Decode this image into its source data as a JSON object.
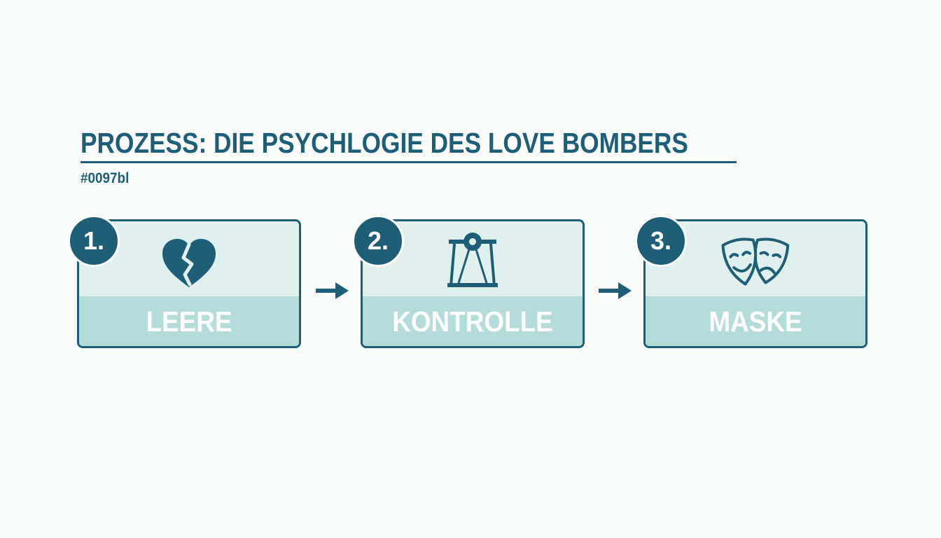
{
  "title": "PROZESS: DIE PSYCHLOGIE DES LOVE BOMBERS",
  "subtitle": "#0097bl",
  "steps": [
    {
      "number": "1.",
      "label": "LEERE",
      "icon": "broken-heart-icon"
    },
    {
      "number": "2.",
      "label": "KONTROLLE",
      "icon": "puppet-control-icon"
    },
    {
      "number": "3.",
      "label": "MASKE",
      "icon": "theater-masks-icon"
    }
  ],
  "colors": {
    "primary": "#1e5e76",
    "card_fill": "#dff0ef",
    "band_fill": "#b4dcd8",
    "label_text": "#ffffff",
    "background": "#fbfdfd"
  }
}
